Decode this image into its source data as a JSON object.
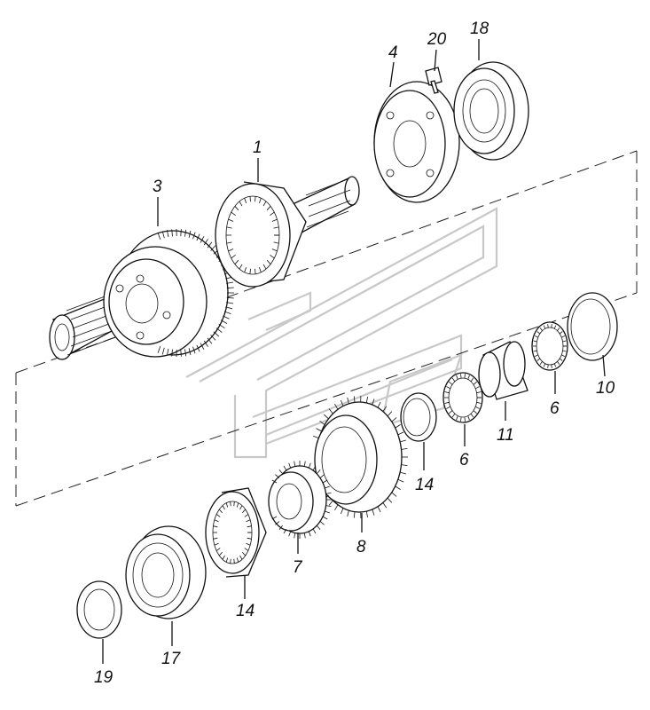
{
  "diagram": {
    "labels": {
      "p1": "1",
      "p3": "3",
      "p4": "4",
      "p20": "20",
      "p18": "18",
      "p10": "10",
      "p6a": "6",
      "p11": "11",
      "p6b": "6",
      "p14a": "14",
      "p8": "8",
      "p7": "7",
      "p14b": "14",
      "p17": "17",
      "p19": "19"
    }
  }
}
